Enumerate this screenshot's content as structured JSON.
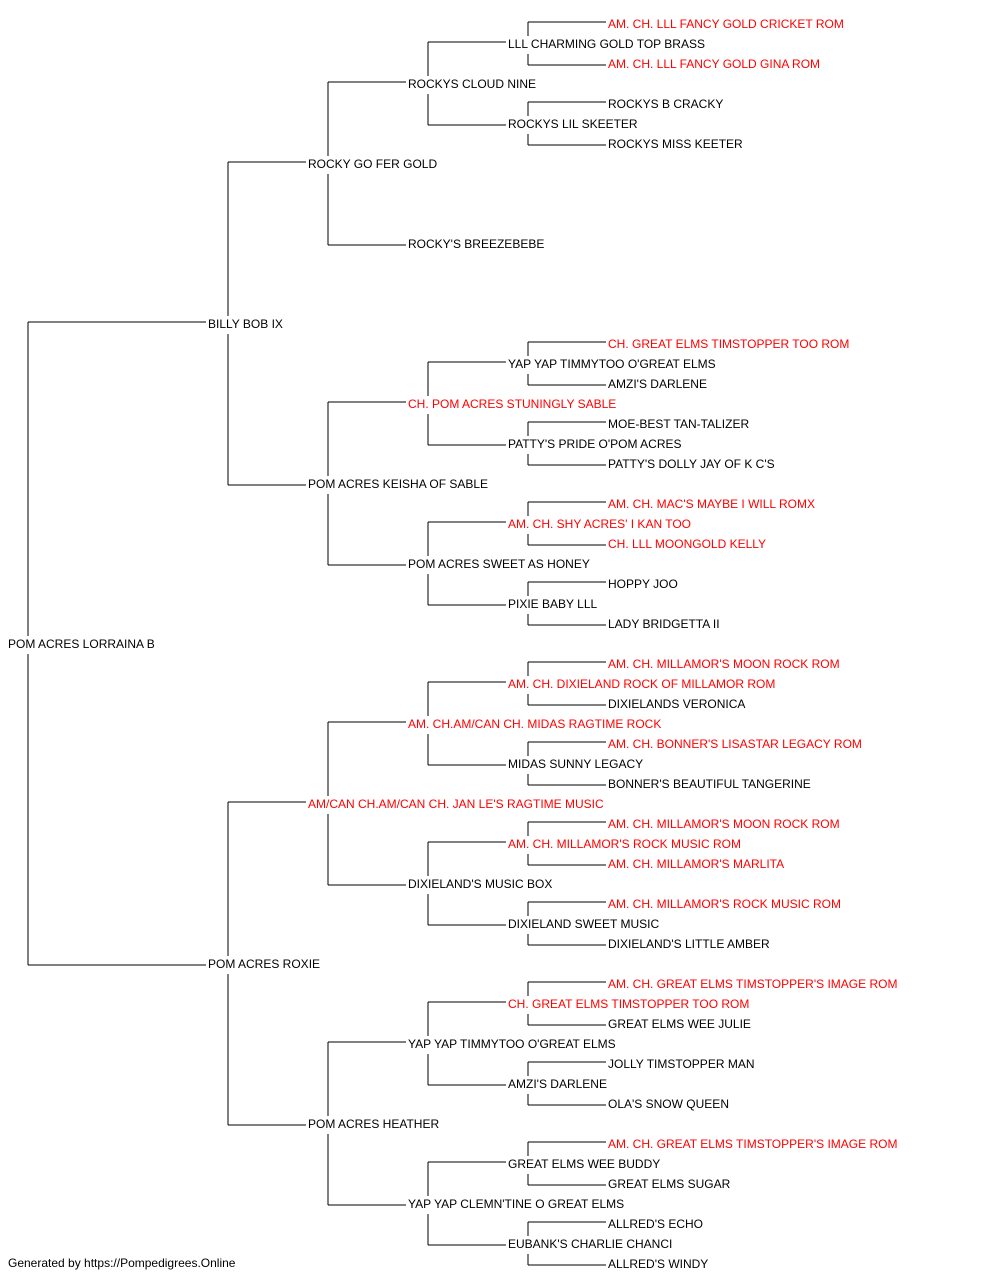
{
  "colors": {
    "champion": "#ff0000",
    "normal": "#000000",
    "line": "#000000"
  },
  "pedigree": {
    "name": "POM ACRES LORRAINA B",
    "champion": false,
    "sire": {
      "name": "BILLY BOB IX",
      "champion": false,
      "sire": {
        "name": "ROCKY GO FER GOLD",
        "champion": false,
        "sire": {
          "name": "ROCKYS CLOUD NINE",
          "champion": false,
          "sire": {
            "name": "LLL CHARMING GOLD TOP BRASS",
            "champion": false,
            "sire": {
              "name": "AM. CH. LLL FANCY GOLD CRICKET ROM",
              "champion": true
            },
            "dam": {
              "name": "AM. CH. LLL FANCY GOLD GINA ROM",
              "champion": true
            }
          },
          "dam": {
            "name": "ROCKYS LIL SKEETER",
            "champion": false,
            "sire": {
              "name": "ROCKYS B CRACKY",
              "champion": false
            },
            "dam": {
              "name": "ROCKYS MISS KEETER",
              "champion": false
            }
          }
        },
        "dam": {
          "name": "ROCKY'S BREEZEBEBE",
          "champion": false
        }
      },
      "dam": {
        "name": "POM ACRES KEISHA OF SABLE",
        "champion": false,
        "sire": {
          "name": "CH. POM ACRES STUNINGLY SABLE",
          "champion": true,
          "sire": {
            "name": "YAP YAP TIMMYTOO O'GREAT ELMS",
            "champion": false,
            "sire": {
              "name": "CH. GREAT ELMS TIMSTOPPER TOO ROM",
              "champion": true
            },
            "dam": {
              "name": "AMZI'S DARLENE",
              "champion": false
            }
          },
          "dam": {
            "name": "PATTY'S PRIDE O'POM ACRES",
            "champion": false,
            "sire": {
              "name": "MOE-BEST TAN-TALIZER",
              "champion": false
            },
            "dam": {
              "name": "PATTY'S DOLLY JAY OF K C'S",
              "champion": false
            }
          }
        },
        "dam": {
          "name": "POM ACRES SWEET AS HONEY",
          "champion": false,
          "sire": {
            "name": "AM. CH. SHY ACRES' I KAN TOO",
            "champion": true,
            "sire": {
              "name": "AM. CH. MAC'S MAYBE I WILL ROMX",
              "champion": true
            },
            "dam": {
              "name": "CH. LLL MOONGOLD KELLY",
              "champion": true
            }
          },
          "dam": {
            "name": "PIXIE BABY LLL",
            "champion": false,
            "sire": {
              "name": "HOPPY JOO",
              "champion": false
            },
            "dam": {
              "name": "LADY BRIDGETTA II",
              "champion": false
            }
          }
        }
      }
    },
    "dam": {
      "name": "POM ACRES ROXIE",
      "champion": false,
      "sire": {
        "name": "AM/CAN CH.AM/CAN CH. JAN LE'S RAGTIME MUSIC",
        "champion": true,
        "sire": {
          "name": "AM. CH.AM/CAN CH. MIDAS RAGTIME ROCK",
          "champion": true,
          "sire": {
            "name": "AM. CH. DIXIELAND ROCK OF MILLAMOR ROM",
            "champion": true,
            "sire": {
              "name": "AM. CH. MILLAMOR'S MOON ROCK ROM",
              "champion": true
            },
            "dam": {
              "name": "DIXIELANDS VERONICA",
              "champion": false
            }
          },
          "dam": {
            "name": "MIDAS SUNNY LEGACY",
            "champion": false,
            "sire": {
              "name": "AM. CH. BONNER'S LISASTAR LEGACY ROM",
              "champion": true
            },
            "dam": {
              "name": "BONNER'S BEAUTIFUL TANGERINE",
              "champion": false
            }
          }
        },
        "dam": {
          "name": "DIXIELAND'S MUSIC BOX",
          "champion": false,
          "sire": {
            "name": "AM. CH. MILLAMOR'S ROCK MUSIC ROM",
            "champion": true,
            "sire": {
              "name": "AM. CH. MILLAMOR'S MOON ROCK ROM",
              "champion": true
            },
            "dam": {
              "name": "AM. CH. MILLAMOR'S MARLITA",
              "champion": true
            }
          },
          "dam": {
            "name": "DIXIELAND SWEET MUSIC",
            "champion": false,
            "sire": {
              "name": "AM. CH. MILLAMOR'S ROCK MUSIC ROM",
              "champion": true
            },
            "dam": {
              "name": "DIXIELAND'S LITTLE AMBER",
              "champion": false
            }
          }
        }
      },
      "dam": {
        "name": "POM ACRES HEATHER",
        "champion": false,
        "sire": {
          "name": "YAP YAP TIMMYTOO O'GREAT ELMS",
          "champion": false,
          "sire": {
            "name": "CH. GREAT ELMS TIMSTOPPER TOO ROM",
            "champion": true,
            "sire": {
              "name": "AM. CH. GREAT ELMS TIMSTOPPER'S IMAGE ROM",
              "champion": true
            },
            "dam": {
              "name": "GREAT ELMS WEE JULIE",
              "champion": false
            }
          },
          "dam": {
            "name": "AMZI'S DARLENE",
            "champion": false,
            "sire": {
              "name": "JOLLY TIMSTOPPER MAN",
              "champion": false
            },
            "dam": {
              "name": "OLA'S SNOW QUEEN",
              "champion": false
            }
          }
        },
        "dam": {
          "name": "YAP YAP CLEMN'TINE O GREAT ELMS",
          "champion": false,
          "sire": {
            "name": "GREAT ELMS WEE BUDDY",
            "champion": false,
            "sire": {
              "name": "AM. CH. GREAT ELMS TIMSTOPPER'S IMAGE ROM",
              "champion": true
            },
            "dam": {
              "name": "GREAT ELMS SUGAR",
              "champion": false
            }
          },
          "dam": {
            "name": "EUBANK'S CHARLIE CHANCI",
            "champion": false,
            "sire": {
              "name": "ALLRED'S ECHO",
              "champion": false
            },
            "dam": {
              "name": "ALLRED'S WINDY",
              "champion": false
            }
          }
        }
      }
    }
  },
  "footer": {
    "text": "Generated by https://Pompedigrees.Online"
  }
}
